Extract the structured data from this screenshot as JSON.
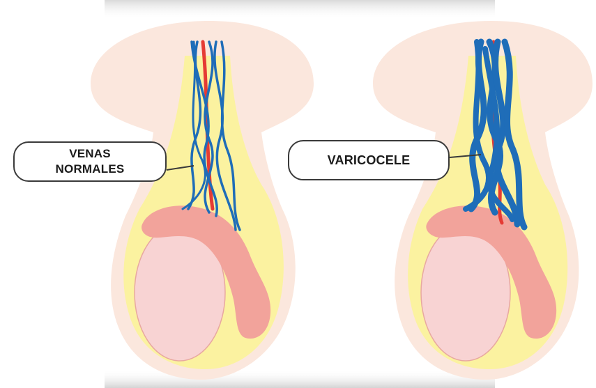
{
  "labels": {
    "normal_line1": "VENAS",
    "normal_line2": "NORMALES",
    "varicocele": "VARICOCELE"
  },
  "colors": {
    "skin": "#fbe7dd",
    "fat_layer": "#fbf2a0",
    "testis": "#f8d3d3",
    "epididymis": "#f2a39b",
    "vein": "#1f6db8",
    "artery": "#e53b34",
    "outline": "#3a3a3a"
  }
}
